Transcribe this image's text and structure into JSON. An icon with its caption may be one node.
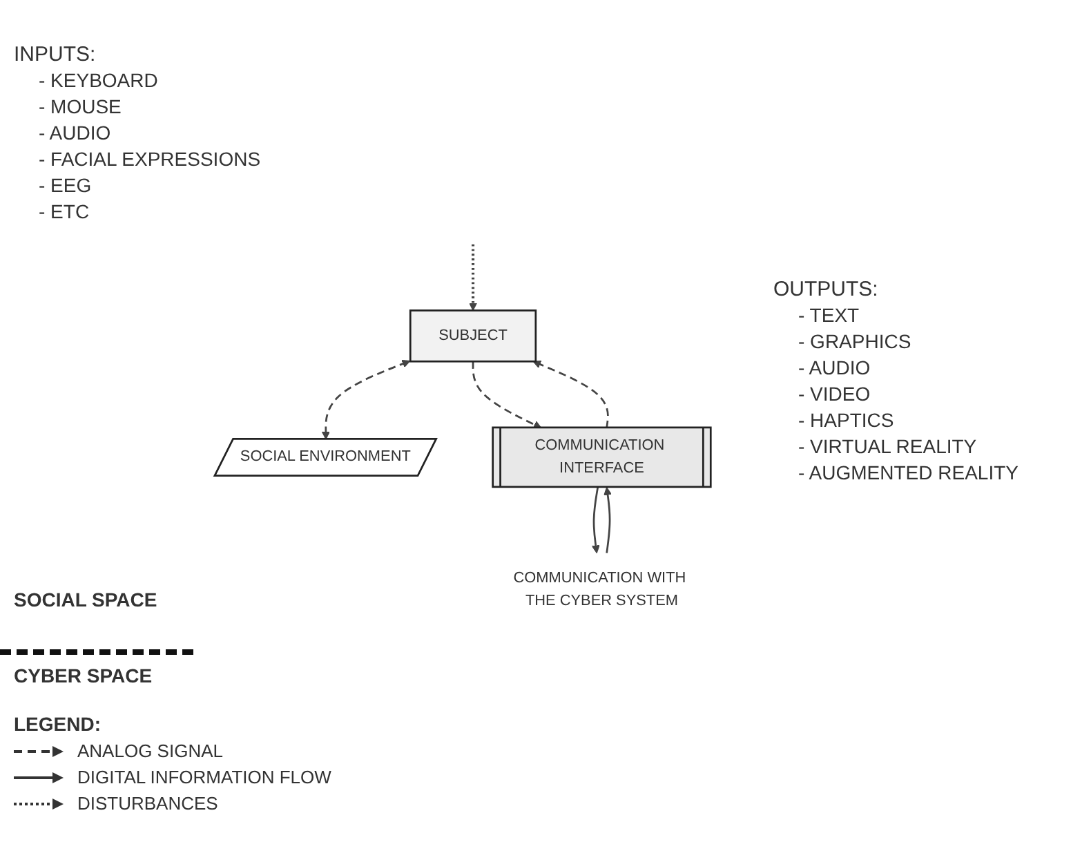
{
  "diagram": {
    "nodes": [
      {
        "text": [
          "SUBJECT"
        ]
      },
      {
        "text": [
          "SOCIAL ENVIRONMENT"
        ]
      },
      {
        "text": [
          "COMMUNICATION INTERFACE"
        ]
      },
      {
        "text": [
          "COMMUNICATION WITH THE CYBER SYSTEM"
        ]
      }
    ],
    "edges": [
      {
        "from": 0,
        "to": 1,
        "arrow": "both",
        "style": "dashed"
      },
      {
        "from": 0,
        "to": 2,
        "arrow": "to",
        "style": "dashed"
      },
      {
        "from": 2,
        "to": 0,
        "arrow": "to",
        "style": "dashed"
      },
      {
        "from": 2,
        "to": 3,
        "arrow": "to"
      },
      {
        "from": 3,
        "to": 2,
        "arrow": "to"
      },
      {
        "from": null,
        "to": 0,
        "arrow": "to",
        "style": "dashed"
      }
    ],
    "labels": [
      "INPUTS:",
      "- KEYBOARD",
      "- MOUSE",
      "- AUDIO",
      "- FACIAL EXPRESSIONS",
      "- EEG",
      "- ETC",
      "OUTPUTS:",
      "- TEXT",
      "- GRAPHICS",
      "- AUDIO",
      "- VIDEO",
      "- HAPTICS",
      "- VIRTUAL REALITY",
      "- AUGMENTED REALITY",
      "SOCIAL SPACE",
      "CYBER SPACE",
      "LEGEND:"
    ],
    "legend": [
      {
        "text": "ANALOG SIGNAL"
      },
      {
        "text": "DIGITAL INFORMATION FLOW"
      },
      {
        "text": "DISTURBANCES"
      }
    ]
  }
}
